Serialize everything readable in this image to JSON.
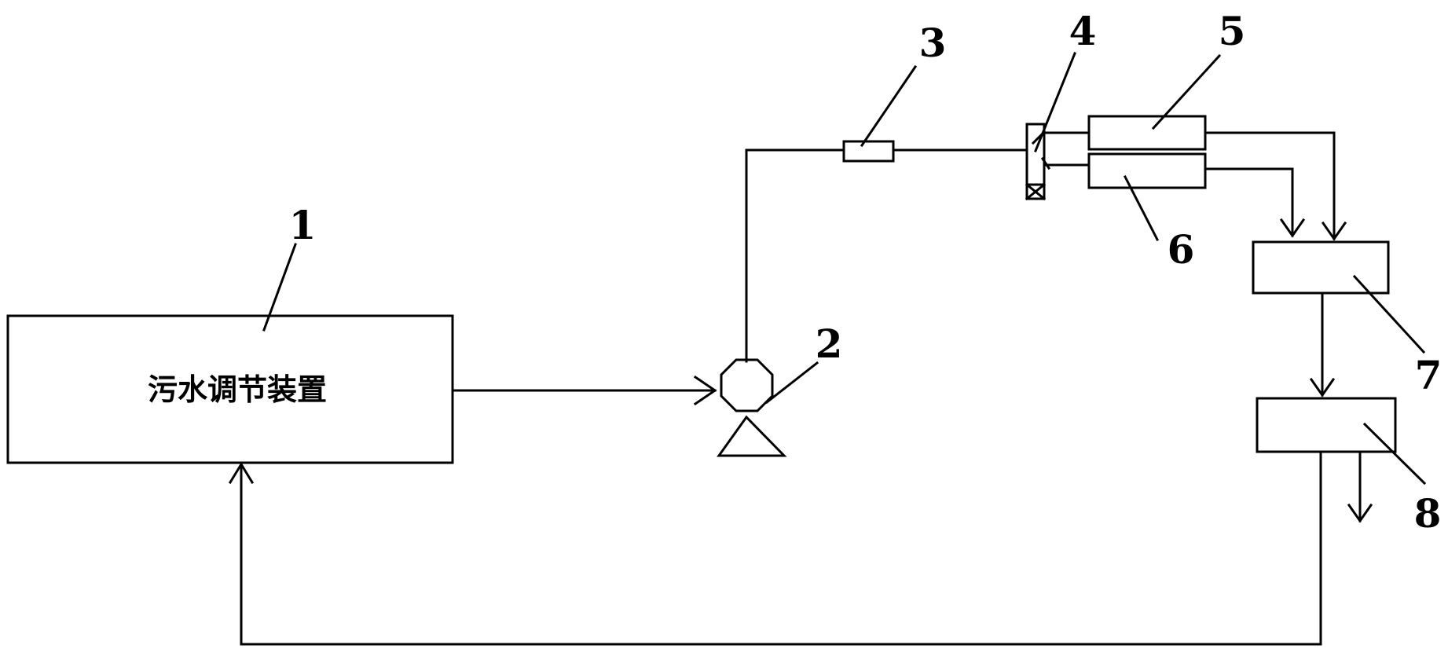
{
  "components": [
    {
      "id": "1",
      "name": "污水调节装置"
    },
    {
      "id": "2"
    },
    {
      "id": "3"
    },
    {
      "id": "4"
    },
    {
      "id": "5"
    },
    {
      "id": "6"
    },
    {
      "id": "7"
    },
    {
      "id": "8"
    }
  ]
}
